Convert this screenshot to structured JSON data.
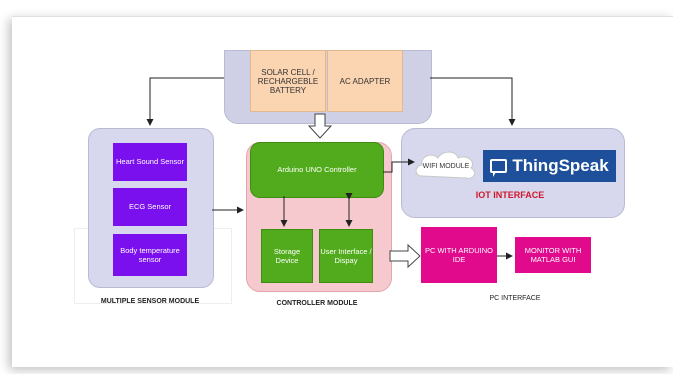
{
  "power": {
    "solar": "SOLAR CELL / RECHARGEBLE BATTERY",
    "ac": "AC ADAPTER"
  },
  "sensors": {
    "heart": "Heart Sound Sensor",
    "ecg": "ECG Sensor",
    "temp": "Body temperature sensor",
    "module_label": "MULTIPLE SENSOR MODULE"
  },
  "controller": {
    "arduino": "Arduino UNO Controller",
    "storage": "Storage Device",
    "ui": "User Interface / Dispay",
    "module_label": "CONTROLLER MODULE"
  },
  "iot": {
    "wifi": "WIFI MODULE",
    "thingspeak": "ThingSpeak",
    "label": "IOT INTERFACE"
  },
  "pc": {
    "pc_arduino": "PC WITH ARDUINO IDE",
    "monitor": "MONITOR WITH MATLAB GUI",
    "label": "PC INTERFACE"
  },
  "colors": {
    "sensor_purple": "#7a10ee",
    "controller_green": "#52ab1c",
    "pc_magenta": "#e10a8c",
    "thingspeak_blue": "#1d4f9a",
    "iot_red": "#d0162c",
    "power_orange": "#fbd4b1"
  }
}
